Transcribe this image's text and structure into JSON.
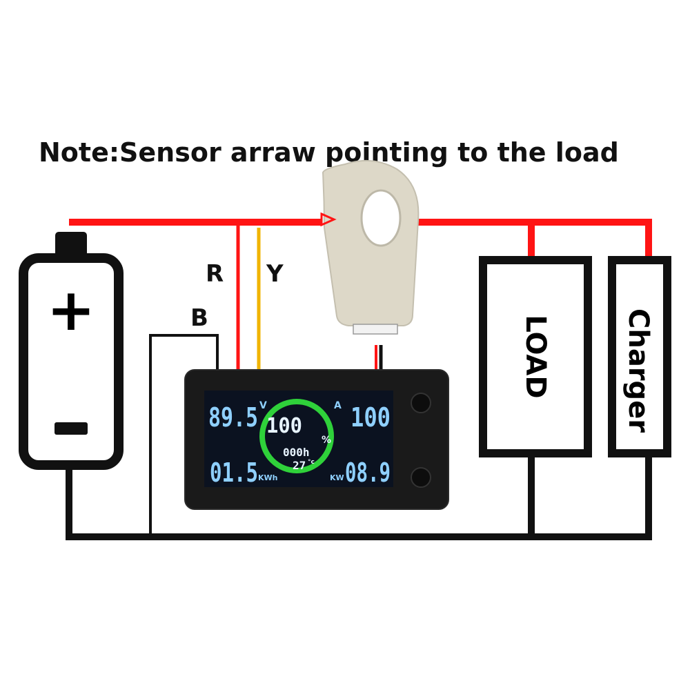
{
  "note": "Note:Sensor arraw pointing to the load",
  "wires": {
    "r_label": "R",
    "y_label": "Y",
    "b_label": "B"
  },
  "load_label": "LOAD",
  "charger_label": "Charger",
  "battery": {
    "plus": "+",
    "minus": "−"
  },
  "meter": {
    "voltage": "89.5",
    "voltage_unit": "V",
    "current": "100",
    "current_unit": "A",
    "energy": "01.5",
    "energy_unit": "KWh",
    "power": "08.9",
    "power_unit": "KW",
    "percent": "100",
    "percent_unit": "%",
    "hours": "000h",
    "temperature": "27",
    "temperature_unit": "°c"
  },
  "colors": {
    "positive_wire": "#ff1414",
    "yellow_wire": "#f0b400",
    "ground_wire": "#111111",
    "sensor_body": "#ddd8c8",
    "lcd_background": "#0b1220",
    "gauge_ring": "#2fd13a"
  }
}
